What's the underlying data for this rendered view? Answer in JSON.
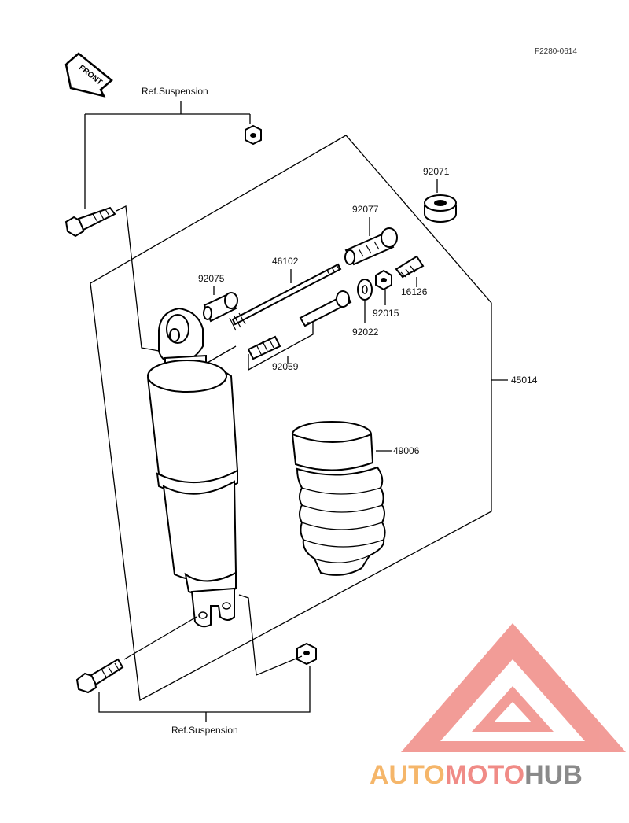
{
  "diagram": {
    "code": "F2280-0614",
    "front_label": "FRONT",
    "ref_top": "Ref.Suspension",
    "ref_bottom": "Ref.Suspension",
    "parts": {
      "p92071": "92071",
      "p92077": "92077",
      "p46102": "46102",
      "p92075": "92075",
      "p16126": "16126",
      "p92015": "92015",
      "p92022": "92022",
      "p92059": "92059",
      "p45014": "45014",
      "p49006": "49006"
    }
  },
  "watermark": {
    "part1": "AUTO",
    "part2": "MOTO",
    "part3": "HUB",
    "colors": {
      "auto": "#f5b66a",
      "moto": "#f08b86",
      "hub": "#8a8a8a",
      "logo": "#f08b86"
    }
  }
}
